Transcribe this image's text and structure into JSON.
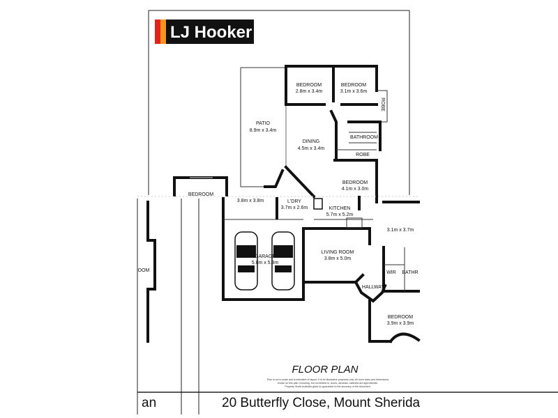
{
  "brand": {
    "logo_text": "LJ Hooker",
    "logo_colors": [
      "#e2231a",
      "#f7941d",
      "#111111"
    ]
  },
  "title": "FLOOR PLAN",
  "disclaimer": [
    "Plan is not to scale and is indicative of layout. It is for illustrative purposes only. All room sizes and dimensions",
    "shown on this plan, including, but not limited to, doors, windows, cabinets are approximate.",
    "Property Shots Australia gives no guarantee to the accuracy of the document."
  ],
  "address": "20 Butterfly Close, Mount Sherida",
  "address_left_fragment": "an",
  "rooms": [
    {
      "name": "BEDROOM",
      "size": "2.8m x 3.4m"
    },
    {
      "name": "BEDROOM",
      "size": "3.1m x 3.6m"
    },
    {
      "name": "ROBE",
      "size": ""
    },
    {
      "name": "PATIO",
      "size": "8.9m x 3.4m"
    },
    {
      "name": "DINING",
      "size": "4.5m x 3.4m"
    },
    {
      "name": "BATHROOM",
      "size": ""
    },
    {
      "name": "ROBE",
      "size": ""
    },
    {
      "name": "BEDROOM",
      "size": "4.1m x 3.0m"
    },
    {
      "name": "BEDROOM",
      "size": ""
    },
    {
      "name": "",
      "size": "3.8m x 3.8m"
    },
    {
      "name": "L'DRY",
      "size": "3.7m x 2.6m"
    },
    {
      "name": "KITCHEN",
      "size": "5.7m x 5.2m"
    },
    {
      "name": "",
      "size": "3.1m x 3.7m"
    },
    {
      "name": "LIVING ROOM",
      "size": "3.8m x 5.0m"
    },
    {
      "name": "GARAGE",
      "size": "5.8m x 5.8m"
    },
    {
      "name": "WIR",
      "size": ""
    },
    {
      "name": "BATHR",
      "size": ""
    },
    {
      "name": "HALLWAY",
      "size": ""
    },
    {
      "name": "OOM",
      "size": ""
    },
    {
      "name": "BEDROOM",
      "size": "3.9m x 3.9m"
    }
  ]
}
